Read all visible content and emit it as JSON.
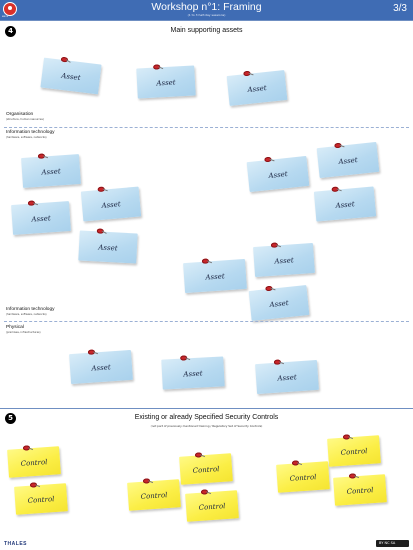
{
  "header": {
    "logo_text": "EBIOS",
    "title": "Workshop n°1: Framing",
    "subtitle": "(1 to 3 half-day sessions)",
    "page": "3/3"
  },
  "assets_section": {
    "number": "4",
    "title": "Main supporting assets",
    "groups": [
      {
        "label": "Organisation",
        "sub": "(structure, human resources)"
      },
      {
        "label": "Information technology",
        "sub": "(hardware, software, networks)"
      },
      {
        "label": "Information technology",
        "sub": "(hardware, software, networks)"
      },
      {
        "label": "Physical",
        "sub": "(premises, infrastructures)"
      }
    ],
    "note_label": "Asset"
  },
  "controls_section": {
    "number": "5",
    "title": "Existing or already Specified Security Controls",
    "subtitle": "(not part of previously mentioned training / Regulatory Set of Security Controls)",
    "note_label": "Control"
  },
  "footer": {
    "brand": "THALES",
    "license": "BY NC SA"
  }
}
